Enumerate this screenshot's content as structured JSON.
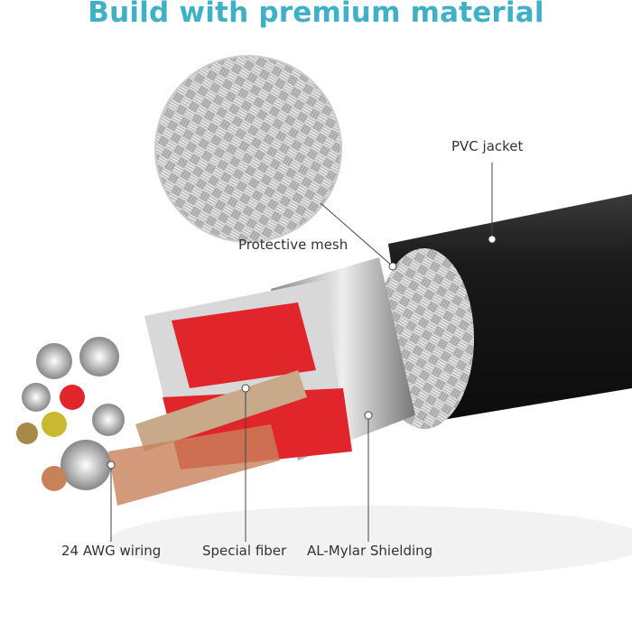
{
  "title": "Build with premium material",
  "labels": {
    "pvc_jacket": "PVC jacket",
    "protective_mesh": "Protective mesh",
    "awg_wiring": "24 AWG wiring",
    "special_fiber": "Special fiber",
    "al_mylar": "AL-Mylar Shielding"
  },
  "colors": {
    "title": "#3fb1c6",
    "jacket": "#1e1e1e",
    "red": "#e0262b",
    "copper": "#c8825a"
  }
}
